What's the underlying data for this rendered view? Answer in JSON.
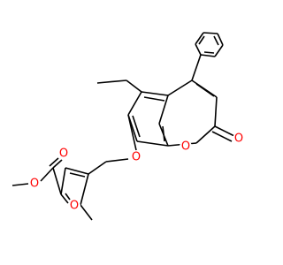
{
  "molecule": {
    "atom_labels": {
      "ether_oxygen": "O",
      "ring_oxygen": "O",
      "carbonyl_oxygen": "O",
      "furan_oxygen": "O",
      "ester_carbonyl_oxygen": "O",
      "ester_methoxy_oxygen": "O"
    }
  },
  "colors": {
    "bond": "#000000",
    "oxygen": "#ff0000",
    "background": "#ffffff"
  }
}
